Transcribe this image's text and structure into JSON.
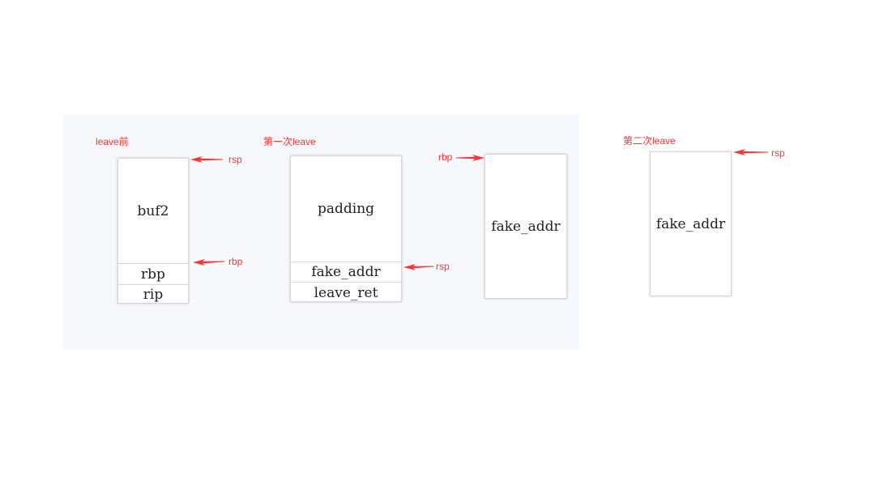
{
  "stages": [
    {
      "title": "leave前",
      "cells": [
        "buf2",
        "rbp",
        "rip"
      ],
      "pointers": [
        "rsp",
        "rbp"
      ]
    },
    {
      "title": "第一次leave",
      "cells": [
        "padding",
        "fake_addr",
        "leave_ret"
      ],
      "pointers": [
        "rsp"
      ],
      "fake_frame": {
        "cells": [
          "fake_addr"
        ],
        "pointer": "rbp"
      }
    },
    {
      "title": "第二次leave",
      "cells": [
        "fake_addr"
      ],
      "pointers": [
        "rsp"
      ]
    }
  ],
  "colors": {
    "annotation": "#ff3333",
    "panel_background": "#f7f8fb",
    "box_background": "#ffffff",
    "box_border": "#d6d6d6"
  }
}
